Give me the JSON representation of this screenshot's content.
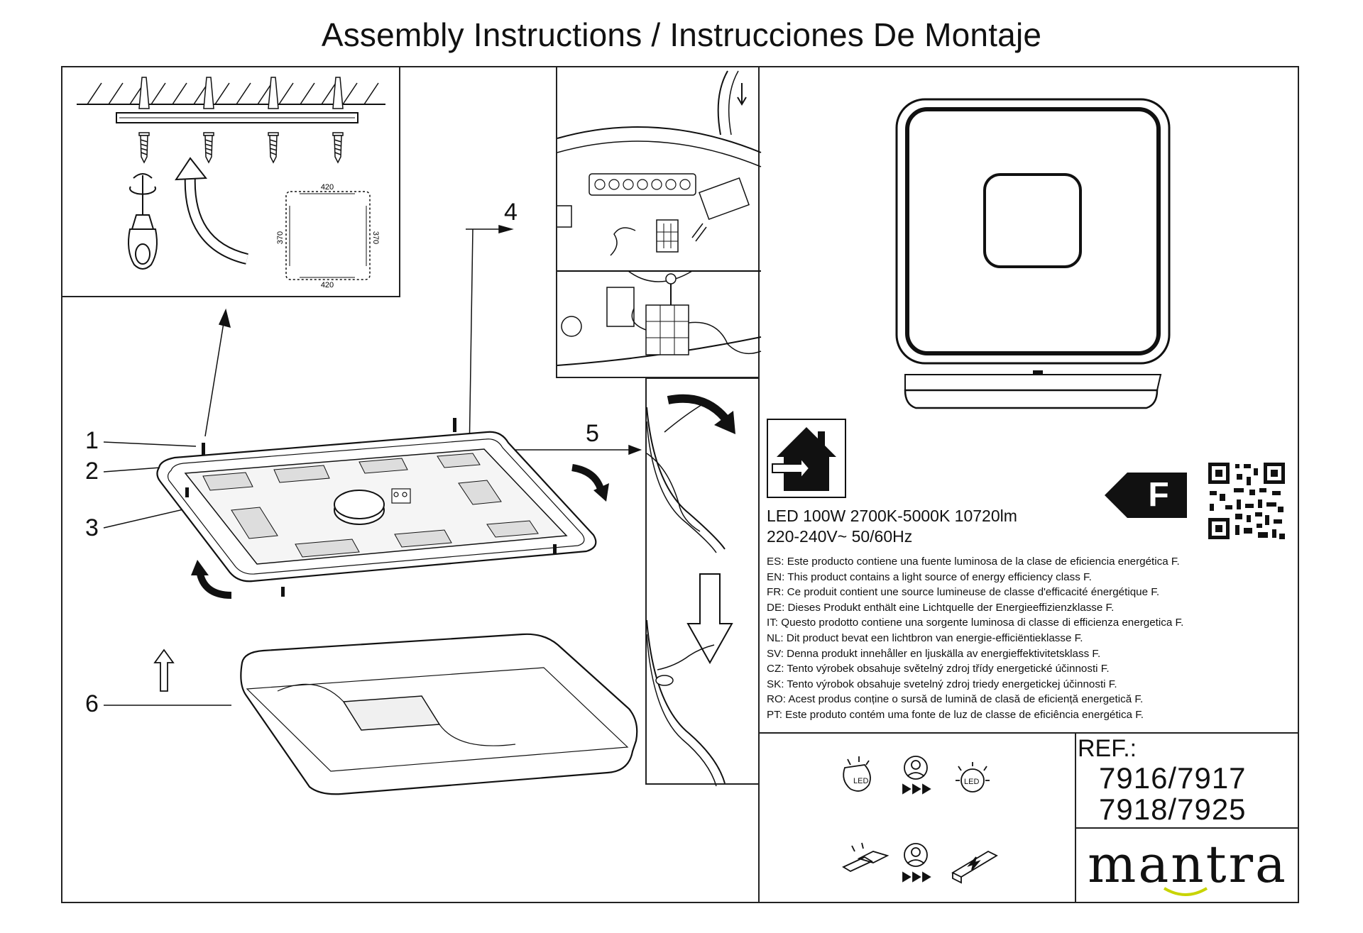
{
  "title": "Assembly Instructions / Instrucciones De Montaje",
  "callouts": [
    "1",
    "2",
    "3",
    "4",
    "5",
    "6"
  ],
  "template_dims": {
    "width": "420",
    "height": "370"
  },
  "spec": {
    "line1": "LED 100W 2700K-5000K 10720lm",
    "line2": "220-240V~  50/60Hz"
  },
  "energy_class": "F",
  "notices": [
    "ES: Este producto contiene una fuente luminosa de la clase de eficiencia energética F.",
    "EN: This product contains a light source of energy efficiency class F.",
    "FR: Ce produit contient une source lumineuse de classe d'efficacité énergétique F.",
    "DE: Dieses Produkt enthält eine Lichtquelle der Energieeffizienzklasse F.",
    "IT: Questo prodotto contiene una sorgente luminosa di classe di efficienza energetica F.",
    "NL: Dit product bevat een lichtbron van energie-efficiëntieklasse F.",
    "SV: Denna produkt innehåller en ljuskälla av energieffektivitetsklass F.",
    "CZ: Tento výrobek obsahuje světelný zdroj třídy energetické účinnosti F.",
    "SK: Tento výrobok obsahuje svetelný zdroj triedy energetickej účinnosti F.",
    "RO: Acest produs conține o sursă de lumină de clasă de eficiență energetică F.",
    "PT: Este produto contém uma fonte de luz de classe de eficiência energética F."
  ],
  "ref": {
    "label": "REF.:",
    "codes_line1": "7916/7917",
    "codes_line2": "7918/7925"
  },
  "brand": "mantra",
  "icons": [
    "indoor-use-house-icon",
    "energy-arrow-icon",
    "qr-code-icon",
    "led-not-replaceable-icon",
    "professional-replace-icon",
    "led-chip-icon",
    "driver-replaceable-icon",
    "driver-box-icon"
  ]
}
